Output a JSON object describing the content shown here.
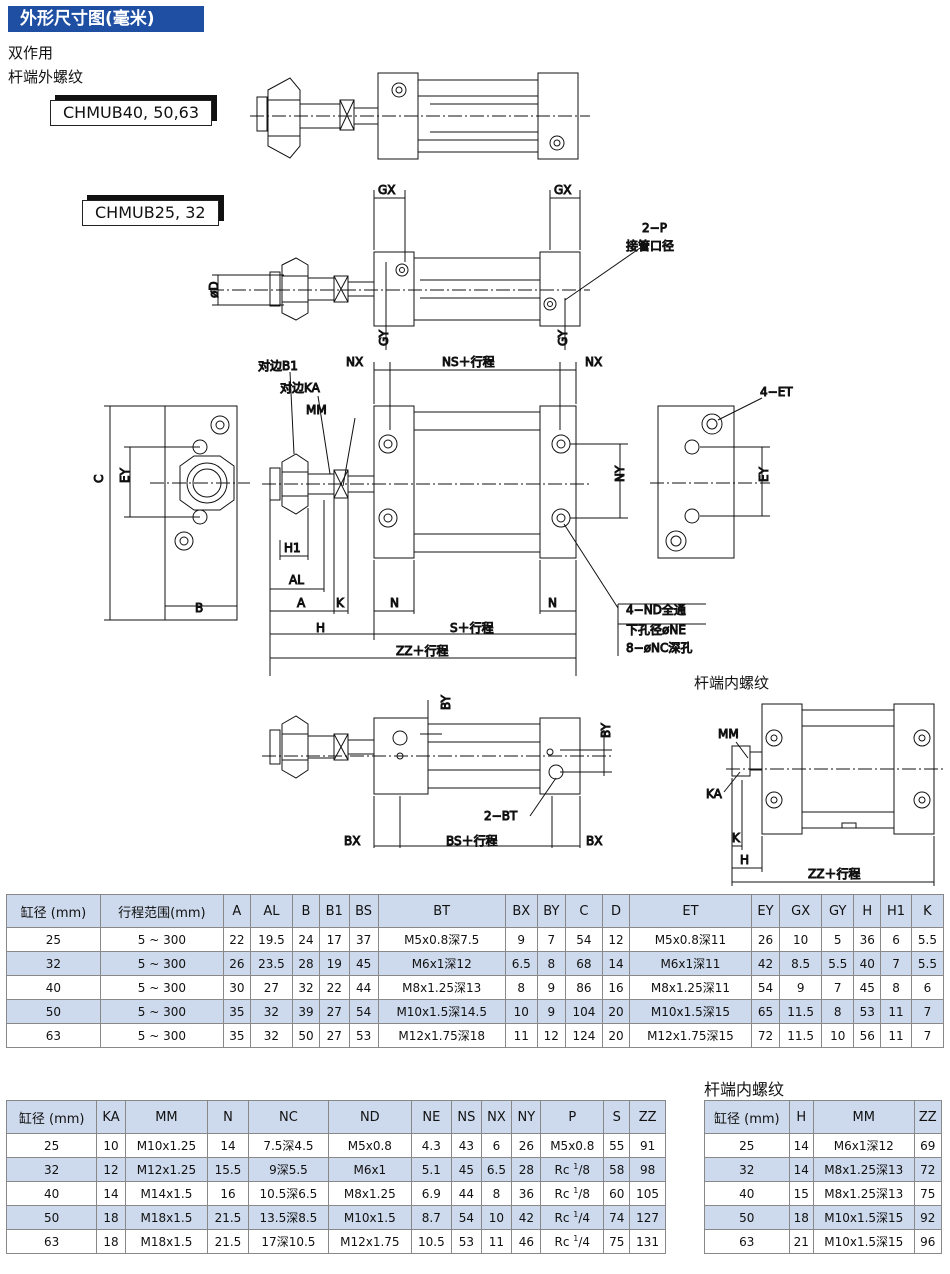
{
  "header": {
    "title": "外形尺寸图(毫米)"
  },
  "notes": {
    "double_acting": "双作用",
    "rod_male": "杆端外螺纹",
    "rod_female": "杆端内螺纹",
    "rod_female_table": "杆端内螺纹"
  },
  "models": {
    "large": "CHMUB40, 50,63",
    "small": "CHMUB25, 32"
  },
  "drawing_labels": {
    "GX": "GX",
    "GX2": "GX",
    "P": "2−P",
    "P_desc": "接管口径",
    "D": "øD",
    "GY": "GY",
    "GY2": "GY",
    "NX": "NX",
    "NX2": "NX",
    "NS": "NS＋行程",
    "B1": "对边B1",
    "KA": "对边KA",
    "MM": "MM",
    "ET": "4−ET",
    "C": "C",
    "EY": "EY",
    "EY2": "EY",
    "NY": "NY",
    "B": "B",
    "H1": "H1",
    "AL": "AL",
    "A": "A",
    "K": "K",
    "N": "N",
    "N2": "N",
    "H": "H",
    "S": "S＋行程",
    "ZZ": "ZZ＋行程",
    "ND": "4−ND全通",
    "NE": "下孔径øNE",
    "NC": "8−øNC深孔",
    "BY": "BY",
    "BY2": "BY",
    "BT": "2−BT",
    "BX": "BX",
    "BX2": "BX",
    "BS": "BS＋行程",
    "f_MM": "MM",
    "f_KA": "KA",
    "f_K": "K",
    "f_H": "H",
    "f_ZZ": "ZZ＋行程"
  },
  "table1": {
    "headers": [
      "缸径 (mm)",
      "行程范围(mm)",
      "A",
      "AL",
      "B",
      "B1",
      "BS",
      "BT",
      "BX",
      "BY",
      "C",
      "D",
      "ET",
      "EY",
      "GX",
      "GY",
      "H",
      "H1",
      "K"
    ],
    "rows": [
      [
        "25",
        "5 ~ 300",
        "22",
        "19.5",
        "24",
        "17",
        "37",
        "M5x0.8深7.5",
        "9",
        "7",
        "54",
        "12",
        "M5x0.8深11",
        "26",
        "10",
        "5",
        "36",
        "6",
        "5.5"
      ],
      [
        "32",
        "5 ~ 300",
        "26",
        "23.5",
        "28",
        "19",
        "45",
        "M6x1深12",
        "6.5",
        "8",
        "68",
        "14",
        "M6x1深11",
        "42",
        "8.5",
        "5.5",
        "40",
        "7",
        "5.5"
      ],
      [
        "40",
        "5 ~ 300",
        "30",
        "27",
        "32",
        "22",
        "44",
        "M8x1.25深13",
        "8",
        "9",
        "86",
        "16",
        "M8x1.25深11",
        "54",
        "9",
        "7",
        "45",
        "8",
        "6"
      ],
      [
        "50",
        "5 ~ 300",
        "35",
        "32",
        "39",
        "27",
        "54",
        "M10x1.5深14.5",
        "10",
        "9",
        "104",
        "20",
        "M10x1.5深15",
        "65",
        "11.5",
        "8",
        "53",
        "11",
        "7"
      ],
      [
        "63",
        "5 ~ 300",
        "35",
        "32",
        "50",
        "27",
        "53",
        "M12x1.75深18",
        "11",
        "12",
        "124",
        "20",
        "M12x1.75深15",
        "72",
        "11.5",
        "10",
        "56",
        "11",
        "7"
      ]
    ]
  },
  "table2": {
    "headers": [
      "缸径 (mm)",
      "KA",
      "MM",
      "N",
      "NC",
      "ND",
      "NE",
      "NS",
      "NX",
      "NY",
      "P",
      "S",
      "ZZ"
    ],
    "rows": [
      [
        "25",
        "10",
        "M10x1.25",
        "14",
        "7.5深4.5",
        "M5x0.8",
        "4.3",
        "43",
        "6",
        "26",
        "M5x0.8",
        "55",
        "91"
      ],
      [
        "32",
        "12",
        "M12x1.25",
        "15.5",
        "9深5.5",
        "M6x1",
        "5.1",
        "45",
        "6.5",
        "28",
        "Rc1/8",
        "58",
        "98"
      ],
      [
        "40",
        "14",
        "M14x1.5",
        "16",
        "10.5深6.5",
        "M8x1.25",
        "6.9",
        "44",
        "8",
        "36",
        "Rc1/8",
        "60",
        "105"
      ],
      [
        "50",
        "18",
        "M18x1.5",
        "21.5",
        "13.5深8.5",
        "M10x1.5",
        "8.7",
        "54",
        "10",
        "42",
        "Rc1/4",
        "74",
        "127"
      ],
      [
        "63",
        "18",
        "M18x1.5",
        "21.5",
        "17深10.5",
        "M12x1.75",
        "10.5",
        "53",
        "11",
        "46",
        "Rc1/4",
        "75",
        "131"
      ]
    ]
  },
  "table3": {
    "headers": [
      "缸径 (mm)",
      "H",
      "MM",
      "ZZ"
    ],
    "rows": [
      [
        "25",
        "14",
        "M6x1深12",
        "69"
      ],
      [
        "32",
        "14",
        "M8x1.25深13",
        "72"
      ],
      [
        "40",
        "15",
        "M8x1.25深13",
        "75"
      ],
      [
        "50",
        "18",
        "M10x1.5深15",
        "92"
      ],
      [
        "63",
        "21",
        "M10x1.5深15",
        "96"
      ]
    ]
  }
}
